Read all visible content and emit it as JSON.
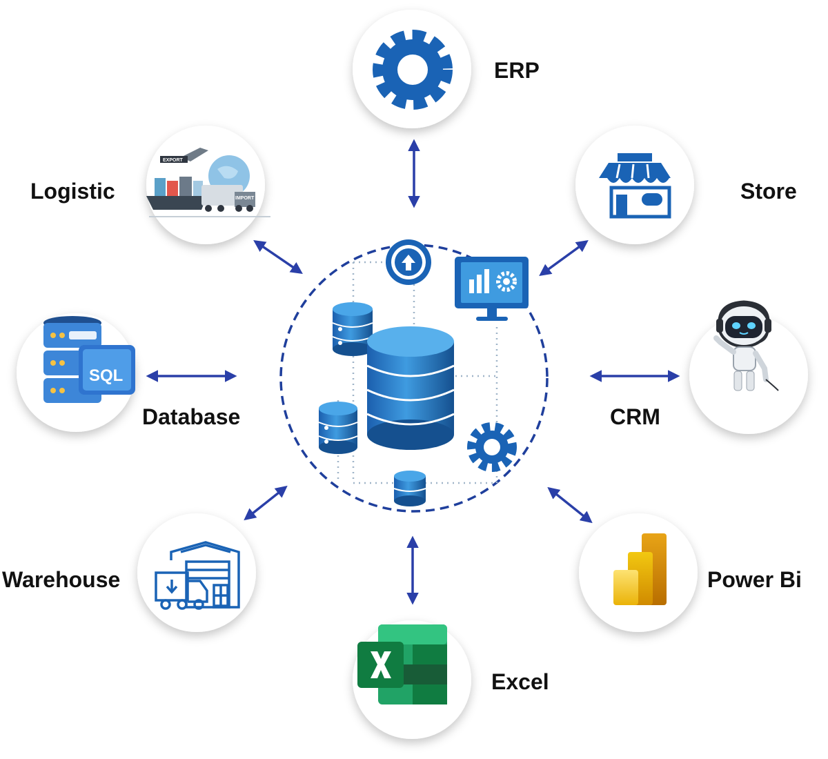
{
  "nodes": {
    "erp": {
      "label": "ERP",
      "icon": "gear-icon"
    },
    "store": {
      "label": "Store",
      "icon": "storefront-icon"
    },
    "crm": {
      "label": "CRM",
      "icon": "robot-support-icon"
    },
    "powerbi": {
      "label": "Power Bi",
      "icon": "power-bi-icon"
    },
    "excel": {
      "label": "Excel",
      "icon": "excel-icon"
    },
    "warehouse": {
      "label": "Warehouse",
      "icon": "warehouse-icon"
    },
    "database": {
      "label": "Database",
      "icon": "sql-database-icon",
      "icon_text": "SQL"
    },
    "logistic": {
      "label": "Logistic",
      "icon": "logistics-icon",
      "icon_texts": [
        "EXPORT",
        "IMPORT"
      ]
    }
  },
  "hub": {
    "icon": "data-hub-icon"
  },
  "colors": {
    "accent": "#1f3f9c",
    "blue": "#1a63b5",
    "light_blue": "#3f9be0",
    "excel_green": "#107c41",
    "powerbi_yellow": "#f2c811",
    "label": "#111111"
  }
}
